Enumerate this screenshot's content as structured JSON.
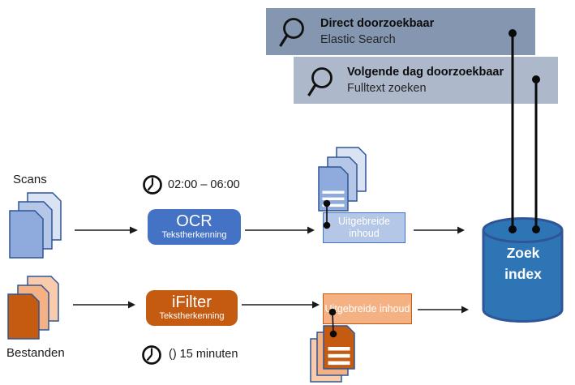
{
  "legend": {
    "direct": {
      "title": "Direct doorzoekbaar",
      "subtitle": "Elastic Search"
    },
    "next_day": {
      "title": "Volgende dag doorzoekbaar",
      "subtitle": "Fulltext zoeken"
    }
  },
  "sources": {
    "scans": {
      "label": "Scans"
    },
    "files": {
      "label": "Bestanden"
    }
  },
  "processes": {
    "ocr": {
      "name": "OCR",
      "subtitle": "Tekstherkenning",
      "schedule": "02:00 – 06:00"
    },
    "ifilter": {
      "name": "iFilter",
      "subtitle": "Tekstherkenning",
      "schedule": "() 15 minuten"
    }
  },
  "outputs": {
    "ocr_result": {
      "label": "Uitgebreide inhoud"
    },
    "ifilter_result": {
      "label": "Uitgebreide inhoud"
    }
  },
  "index": {
    "label": "Zoek index"
  },
  "colors": {
    "legend_direct_bg": "#8496B0",
    "legend_next_day_bg": "#ADB9CA",
    "ocr_box": "#4472C4",
    "ifilter_box": "#C55A11",
    "scan_doc_front": "#8FAADC",
    "scan_doc_mid": "#B4C7E7",
    "scan_doc_back": "#DAE3F3",
    "file_doc_front": "#C55A11",
    "file_doc_mid": "#F4B183",
    "file_doc_back": "#F8CBAD",
    "doc_border": "#2F5597",
    "output_scan_bg": "#B4C7E7",
    "output_scan_border": "#4472C4",
    "output_file_bg": "#F4B183",
    "output_file_border": "#C55A11",
    "index_fill": "#2E75B6",
    "index_border": "#2F5597",
    "connector": "#0a0a0a"
  }
}
